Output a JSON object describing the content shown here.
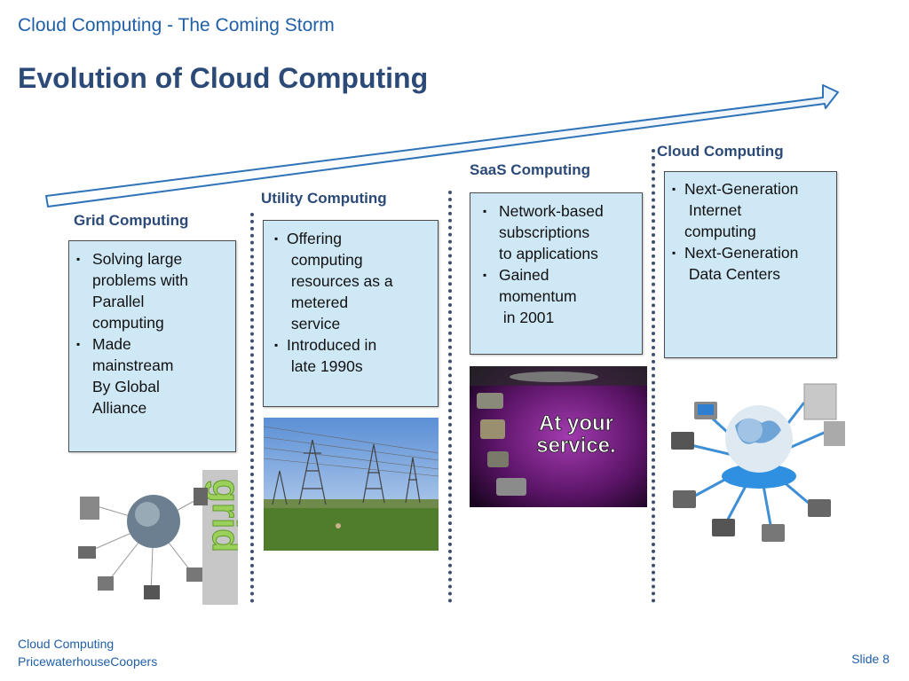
{
  "header": {
    "deck_title": "Cloud Computing - The Coming Storm",
    "slide_title": "Evolution of Cloud Computing"
  },
  "stages": [
    {
      "title": "Grid Computing",
      "bullets": [
        "Solving large\nproblems with\nParallel\ncomputing",
        "Made\nmainstream\nBy Global\nAlliance"
      ],
      "image_text": "grid"
    },
    {
      "title": "Utility Computing",
      "bullets": [
        "Offering\n computing\n resources as a\n metered\n service",
        "Introduced in\n late 1990s"
      ]
    },
    {
      "title": "SaaS Computing",
      "bullets": [
        "Network-based\nsubscriptions\nto applications",
        "Gained\nmomentum\n in 2001"
      ],
      "image_text": "At your\nservice."
    },
    {
      "title": "Cloud Computing",
      "bullets": [
        "Next-Generation\n Internet\ncomputing",
        "Next-Generation\n Data Centers"
      ]
    }
  ],
  "footer": {
    "line1": "Cloud Computing",
    "line2": "PricewaterhouseCoopers",
    "slide_number": "Slide 8"
  },
  "colors": {
    "title_blue": "#1f5fa8",
    "heading_navy": "#2b4a78",
    "box_fill": "#cfe8f6",
    "separator": "#3e4f73"
  }
}
